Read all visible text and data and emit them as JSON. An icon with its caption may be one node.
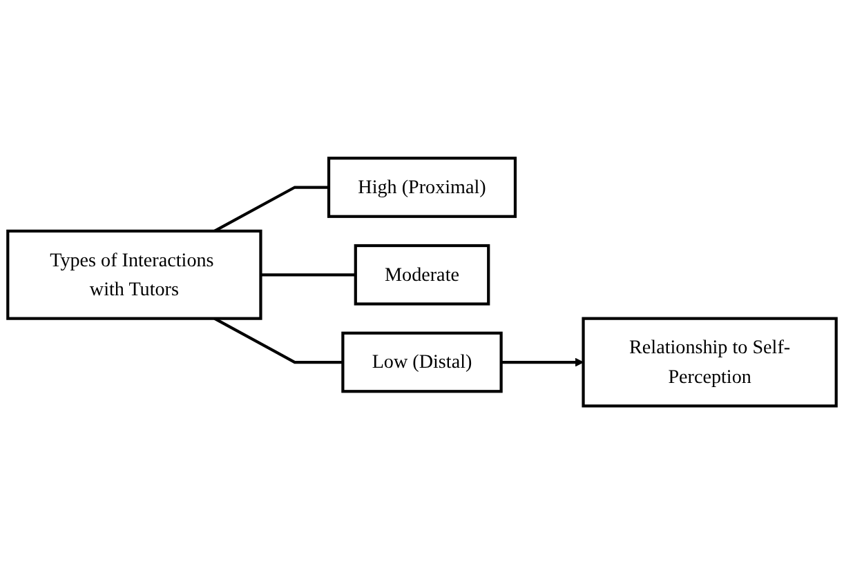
{
  "diagram": {
    "nodes": [
      {
        "text": [
          "Types of Interactions with Tutors"
        ]
      },
      {
        "text": [
          "High (Proximal)"
        ]
      },
      {
        "text": [
          "Moderate"
        ]
      },
      {
        "text": [
          "Low (Distal)"
        ]
      },
      {
        "text": [
          "Relationship to Self-Perception"
        ]
      }
    ],
    "edges": [
      {
        "from": 0,
        "to": 1,
        "arrow": "none"
      },
      {
        "from": 0,
        "to": 2,
        "arrow": "none"
      },
      {
        "from": 0,
        "to": 3,
        "arrow": "none"
      },
      {
        "from": 3,
        "to": 4,
        "arrow": "to"
      }
    ]
  }
}
